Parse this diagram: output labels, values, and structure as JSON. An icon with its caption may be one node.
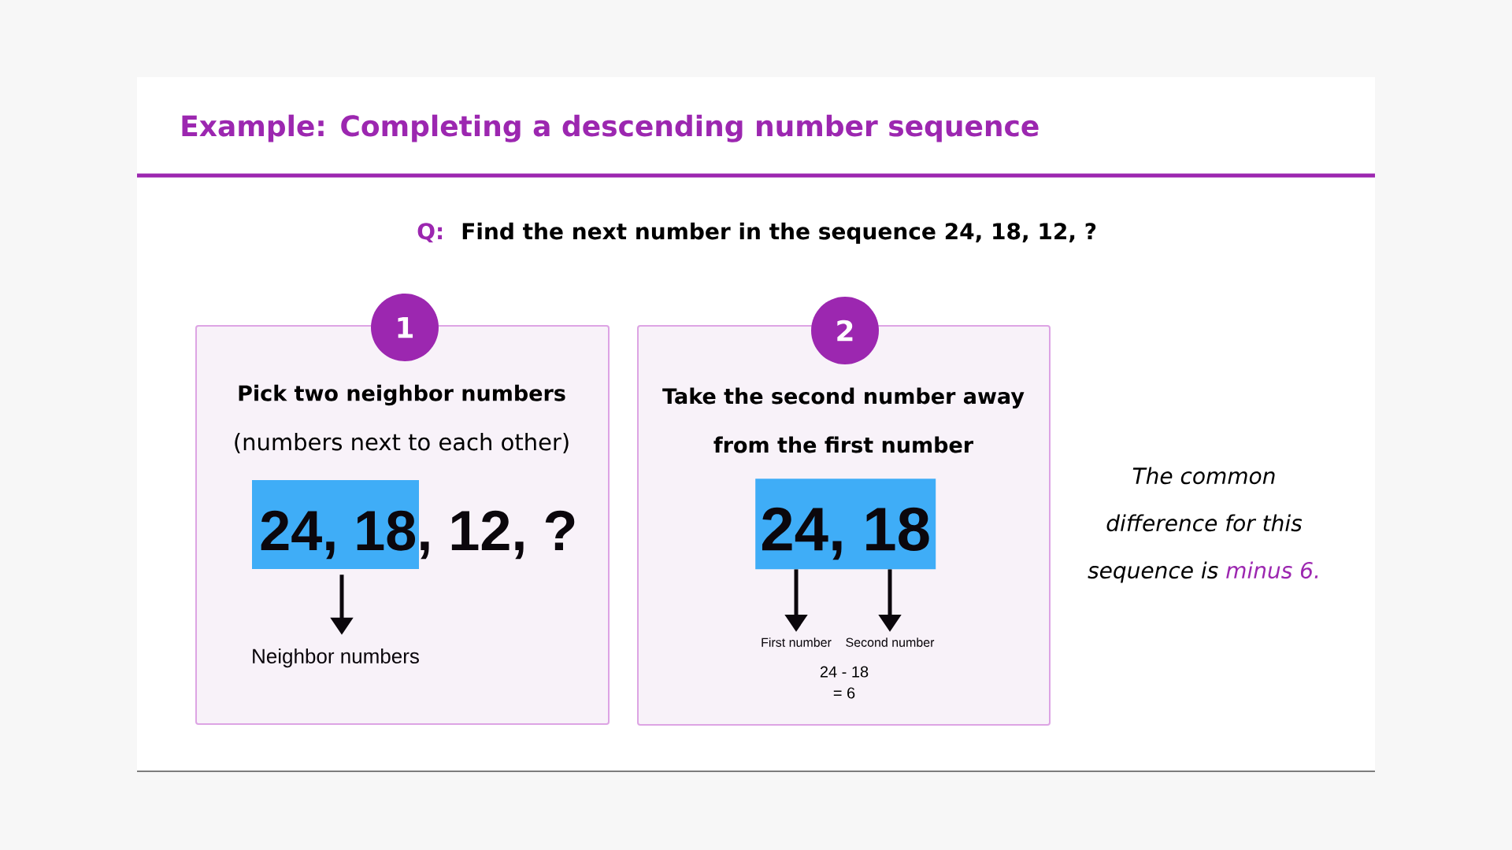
{
  "diagram": {
    "title": "Example: Completing a descending number sequence",
    "nodes": [
      {
        "text": [
          "1"
        ]
      },
      {
        "text": [
          "Pick two neighbor numbers",
          "(numbers next to each other)"
        ]
      },
      {
        "text": [
          "24, 18, 12, ?"
        ],
        "in": 1
      },
      {
        "text": [
          "Neighbor numbers"
        ],
        "in": 1
      },
      {
        "text": [
          "2"
        ]
      },
      {
        "text": [
          "Take the second number away from the first number",
          "24 - 18 = 6"
        ]
      },
      {
        "text": [
          "24, 18"
        ],
        "in": 5
      },
      {
        "text": [
          "First number"
        ],
        "in": 5
      },
      {
        "text": [
          "Second number"
        ],
        "in": 5
      }
    ],
    "edges": [
      {
        "from": 2,
        "to": 3,
        "arrow": "to"
      },
      {
        "from": 6,
        "to": 7,
        "arrow": "to"
      },
      {
        "from": 6,
        "to": 8,
        "arrow": "to"
      }
    ],
    "labels": [
      "Q:",
      "Find the next number in the sequence 24, 18, 12, ?",
      "The common difference for this sequence is",
      "minus 6."
    ]
  }
}
